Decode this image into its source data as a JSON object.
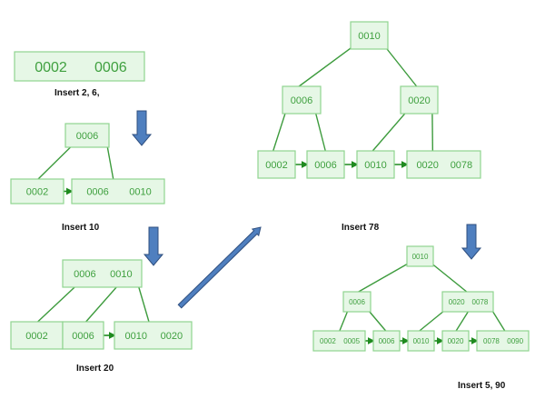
{
  "colors": {
    "node_fill": "#e6f7e6",
    "node_stroke": "#8fd48f",
    "key_text": "#3fa03f",
    "edge": "#3d9b3d",
    "arrow_fill": "#4f7fbf",
    "arrow_stroke": "#2f4f7f"
  },
  "captions": {
    "step1": "Insert  2, 6,",
    "step2": "Insert  10",
    "step3": "Insert  20",
    "step4": "Insert  78",
    "step5": "Insert  5, 90"
  },
  "trees": [
    {
      "name": "step1",
      "nodes": [
        {
          "id": "a",
          "keys": [
            "0002",
            "0006"
          ]
        }
      ]
    },
    {
      "name": "step2",
      "nodes": [
        {
          "id": "r",
          "keys": [
            "0006"
          ]
        },
        {
          "id": "l1",
          "keys": [
            "0002"
          ]
        },
        {
          "id": "l2",
          "keys": [
            "0006",
            "0010"
          ]
        }
      ]
    },
    {
      "name": "step3",
      "nodes": [
        {
          "id": "r",
          "keys": [
            "0006",
            "0010"
          ]
        },
        {
          "id": "l1",
          "keys": [
            "0002"
          ]
        },
        {
          "id": "l2",
          "keys": [
            "0006"
          ]
        },
        {
          "id": "l3",
          "keys": [
            "0010",
            "0020"
          ]
        }
      ]
    },
    {
      "name": "step4",
      "nodes": [
        {
          "id": "r",
          "keys": [
            "0010"
          ]
        },
        {
          "id": "i1",
          "keys": [
            "0006"
          ]
        },
        {
          "id": "i2",
          "keys": [
            "0020"
          ]
        },
        {
          "id": "l1",
          "keys": [
            "0002"
          ]
        },
        {
          "id": "l2",
          "keys": [
            "0006"
          ]
        },
        {
          "id": "l3",
          "keys": [
            "0010"
          ]
        },
        {
          "id": "l4",
          "keys": [
            "0020",
            "0078"
          ]
        }
      ]
    },
    {
      "name": "step5",
      "nodes": [
        {
          "id": "r",
          "keys": [
            "0010"
          ]
        },
        {
          "id": "i1",
          "keys": [
            "0006"
          ]
        },
        {
          "id": "i2",
          "keys": [
            "0020",
            "0078"
          ]
        },
        {
          "id": "l1",
          "keys": [
            "0002",
            "0005"
          ]
        },
        {
          "id": "l2",
          "keys": [
            "0006"
          ]
        },
        {
          "id": "l3",
          "keys": [
            "0010"
          ]
        },
        {
          "id": "l4",
          "keys": [
            "0020"
          ]
        },
        {
          "id": "l5",
          "keys": [
            "0078",
            "0090"
          ]
        }
      ]
    }
  ]
}
